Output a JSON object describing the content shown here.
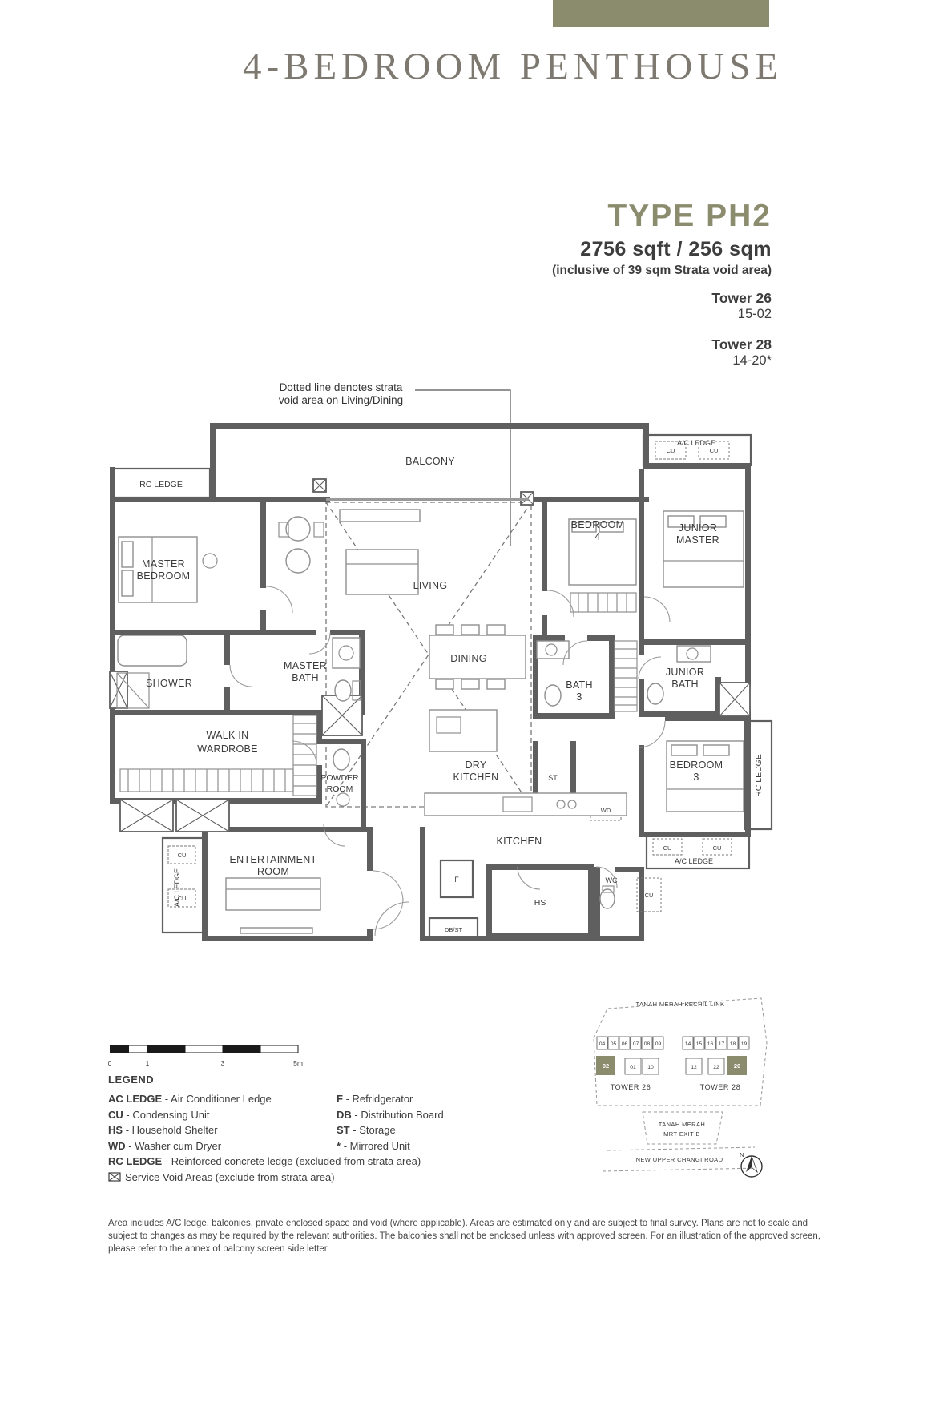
{
  "header": {
    "accent_color": "#8b8c6e",
    "title": "4-BEDROOM PENTHOUSE",
    "type_label": "TYPE PH2",
    "area": "2756 sqft / 256 sqm",
    "area_note": "(inclusive of 39 sqm Strata void area)",
    "tower1_name": "Tower 26",
    "tower1_unit": "15-02",
    "tower2_name": "Tower 28",
    "tower2_unit": "14-20*"
  },
  "annotation": {
    "line1": "Dotted line denotes strata",
    "line2": "void area on Living/Dining"
  },
  "plan": {
    "balcony": "BALCONY",
    "rc_ledge_top": "RC LEDGE",
    "ac_ledge_top": "A/C LEDGE",
    "cu1": "CU",
    "cu2": "CU",
    "master_l1": "MASTER",
    "master_l2": "BEDROOM",
    "bed4_l1": "BEDROOM",
    "bed4_l2": "4",
    "jm_l1": "JUNIOR",
    "jm_l2": "MASTER",
    "living": "LIVING",
    "dining": "DINING",
    "mbath_l1": "MASTER",
    "mbath_l2": "BATH",
    "shower": "SHOWER",
    "bath3_l1": "BATH",
    "bath3_l2": "3",
    "jbath_l1": "JUNIOR",
    "jbath_l2": "BATH",
    "wiw_l1": "WALK IN",
    "wiw_l2": "WARDROBE",
    "dry_l1": "DRY",
    "dry_l2": "KITCHEN",
    "st": "ST",
    "powder_l1": "POWDER",
    "powder_l2": "ROOM",
    "bed3_l1": "BEDROOM",
    "bed3_l2": "3",
    "rc_ledge_right": "RC LEDGE",
    "wd": "WD",
    "kitchen": "KITCHEN",
    "ac_ledge_right": "A/C LEDGE",
    "cu3": "CU",
    "cu4": "CU",
    "ent_l1": "ENTERTAINMENT",
    "ent_l2": "ROOM",
    "ac_ledge_left": "A/C LEDGE",
    "cu5": "CU",
    "cu6": "CU",
    "f": "F",
    "hs": "HS",
    "wc": "WC",
    "cu7": "CU",
    "dbst": "DB/ST"
  },
  "scalebar": {
    "t0": "0",
    "t1": "1",
    "t3": "3",
    "t5": "5m"
  },
  "legend": {
    "title": "LEGEND",
    "items_left": [
      {
        "abbr": "AC LEDGE",
        "desc": "- Air Conditioner Ledge"
      },
      {
        "abbr": "CU",
        "desc": "- Condensing Unit"
      },
      {
        "abbr": "HS",
        "desc": "- Household Shelter"
      },
      {
        "abbr": "WD",
        "desc": "- Washer cum Dryer"
      },
      {
        "abbr": "RC LEDGE",
        "desc": "- Reinforced concrete ledge (excluded from strata area)"
      },
      {
        "abbr": "",
        "desc": "Service Void Areas (exclude from strata area)"
      }
    ],
    "items_right": [
      {
        "abbr": "F",
        "desc": "- Refridgerator"
      },
      {
        "abbr": "DB",
        "desc": "- Distribution Board"
      },
      {
        "abbr": "ST",
        "desc": "- Storage"
      },
      {
        "abbr": "*",
        "desc": "- Mirrored Unit"
      }
    ]
  },
  "sitemap": {
    "road_top": "TANAH MERAH KECHIL LINK",
    "tower26": {
      "label": "TOWER 26",
      "row_top": [
        "04",
        "05",
        "06",
        "07",
        "08",
        "09"
      ],
      "row_bottom": [
        "02",
        "01",
        "10"
      ],
      "highlight": "02"
    },
    "tower28": {
      "label": "TOWER 28",
      "row_top": [
        "14",
        "15",
        "16",
        "17",
        "18",
        "19"
      ],
      "row_bottom": [
        "12",
        "22",
        "20"
      ],
      "highlight": "20"
    },
    "mrt_l1": "TANAH MERAH",
    "mrt_l2": "MRT EXIT B",
    "road_bottom": "NEW UPPER CHANGI ROAD",
    "north": "N",
    "highlight_color": "#8b8c6e"
  },
  "footer": {
    "text": "Area includes A/C ledge, balconies, private enclosed space and void (where applicable). Areas are estimated only and are subject to final survey. Plans are not to scale and subject to changes as may be required by the relevant authorities. The balconies shall not be enclosed unless with approved screen. For an illustration of the approved screen, please refer to the annex of balcony screen side letter."
  }
}
